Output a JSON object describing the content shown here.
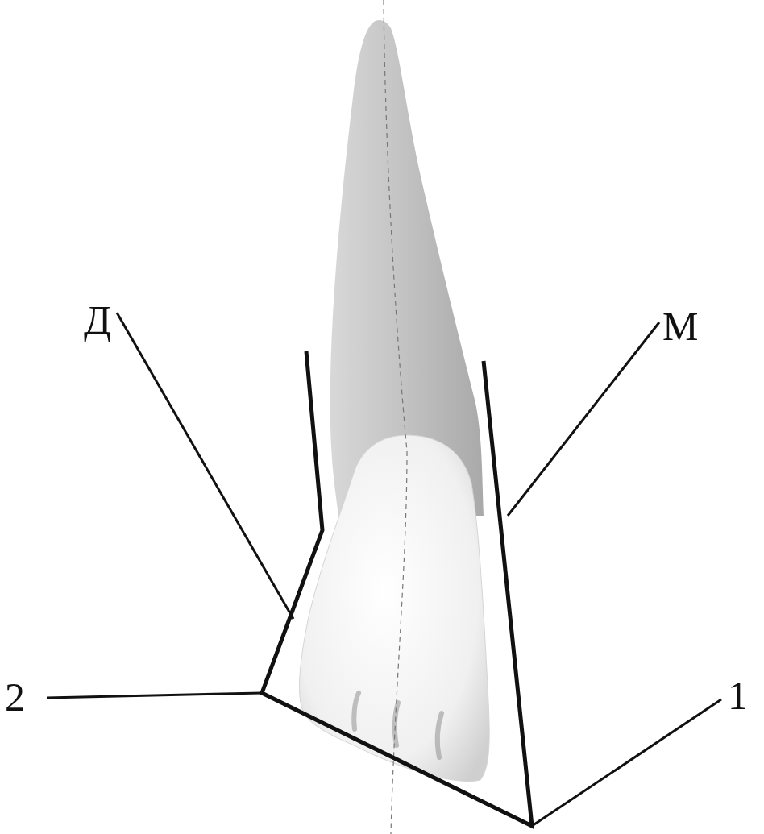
{
  "diagram": {
    "labels": [
      "Д",
      "М",
      "2",
      "1"
    ]
  }
}
